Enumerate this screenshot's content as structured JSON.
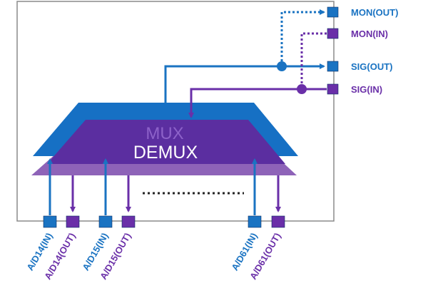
{
  "ports_right": [
    {
      "label": "MON(OUT)",
      "color": "#1a73c2"
    },
    {
      "label": "MON(IN)",
      "color": "#6a2fa8"
    },
    {
      "label": "SIG(OUT)",
      "color": "#1a73c2"
    },
    {
      "label": "SIG(IN)",
      "color": "#6a2fa8"
    }
  ],
  "block": {
    "mux_label": "MUX",
    "demux_label": "DEMUX"
  },
  "ports_bottom": [
    {
      "label": "A/D14(IN)",
      "color": "#1a73c2"
    },
    {
      "label": "A/D14(OUT)",
      "color": "#6a2fa8"
    },
    {
      "label": "A/D15(IN)",
      "color": "#1a73c2"
    },
    {
      "label": "A/D15(OUT)",
      "color": "#6a2fa8"
    },
    {
      "label": "A/D61(IN)",
      "color": "#1a73c2"
    },
    {
      "label": "A/D61(OUT)",
      "color": "#6a2fa8"
    }
  ],
  "colors": {
    "blue": "#1a73c2",
    "purple": "#6a2fa8",
    "mux_blue": "#1670c4",
    "demux_purple": "#5b2ea0",
    "lower_purple": "#8e63b8",
    "frame": "#8a8a8a"
  }
}
